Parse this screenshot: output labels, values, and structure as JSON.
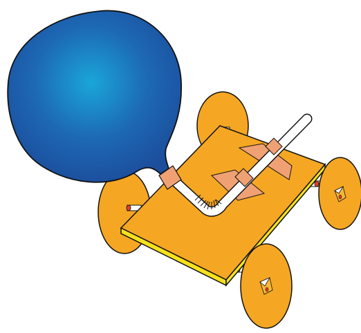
{
  "illustration": {
    "subject_icon": "balloon-car-icon",
    "parts": [
      "balloon",
      "bendy-straw",
      "tape",
      "cardboard-chassis",
      "axle",
      "wheel"
    ]
  },
  "colors": {
    "balloon_dark": "#1C4E9C",
    "balloon_light": "#1AA6D8",
    "wheel": "#F5A623",
    "wheel_face": "#F7B736",
    "chassis_top": "#F5A623",
    "chassis_edge": "#F6E11C",
    "tape": "#F0A174",
    "straw": "#FFFFFF",
    "axle_cap": "#E0402A",
    "outline": "#111111"
  }
}
